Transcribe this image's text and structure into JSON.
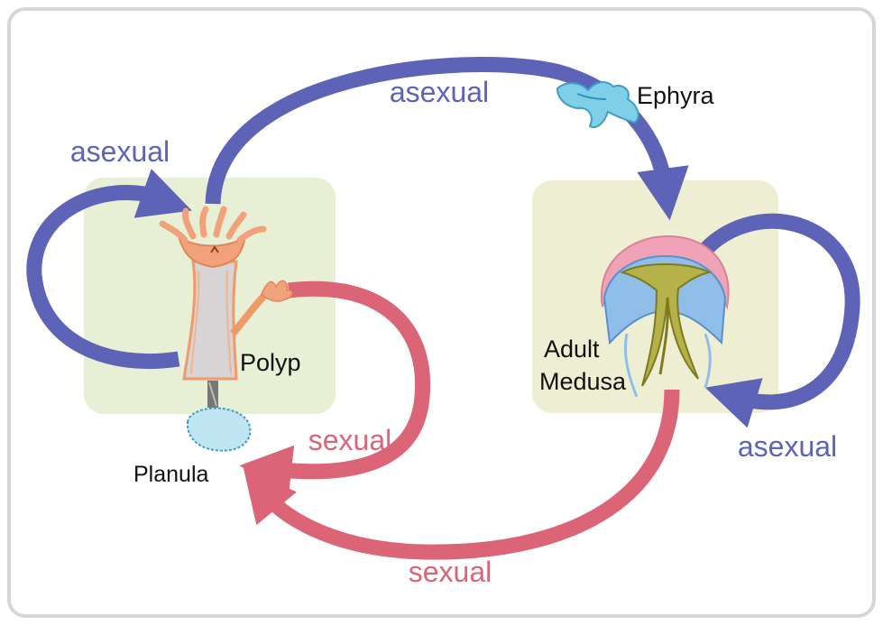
{
  "labels": {
    "asexual_top": "asexual",
    "asexual_left": "asexual",
    "asexual_right": "asexual",
    "sexual_middle": "sexual",
    "sexual_bottom": "sexual",
    "ephyra": "Ephyra",
    "polyp": "Polyp",
    "planula": "Planula",
    "adult": "Adult",
    "medusa": "Medusa"
  },
  "colors": {
    "asexual": "#5d63b6",
    "sexual": "#db6576",
    "panel": "#e7efd5",
    "medusa_panel": "#eeefd2",
    "text_dark": "#111111"
  }
}
